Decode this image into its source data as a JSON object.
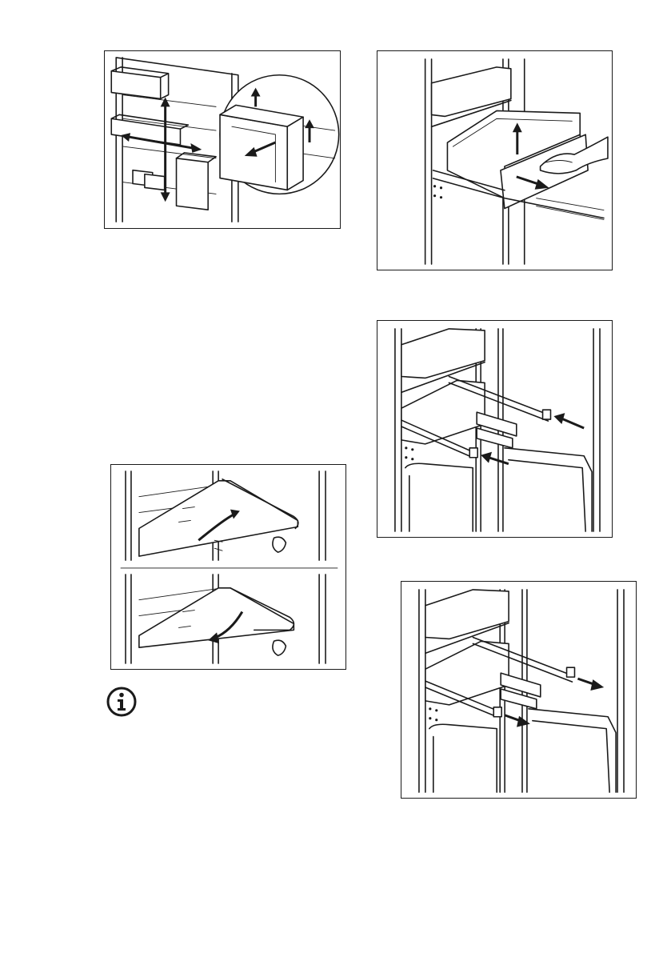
{
  "page": {
    "figures": [
      {
        "name": "fig-door-balcony-removal"
      },
      {
        "name": "fig-drawer-removal"
      },
      {
        "name": "fig-telescopic-rails-push-in"
      },
      {
        "name": "fig-glass-shelf-front-edge"
      },
      {
        "name": "fig-telescopic-rails-pull-out"
      }
    ],
    "icons": {
      "info": "info-icon"
    },
    "colors": {
      "line": "#1a1a1a",
      "background": "#ffffff"
    }
  }
}
